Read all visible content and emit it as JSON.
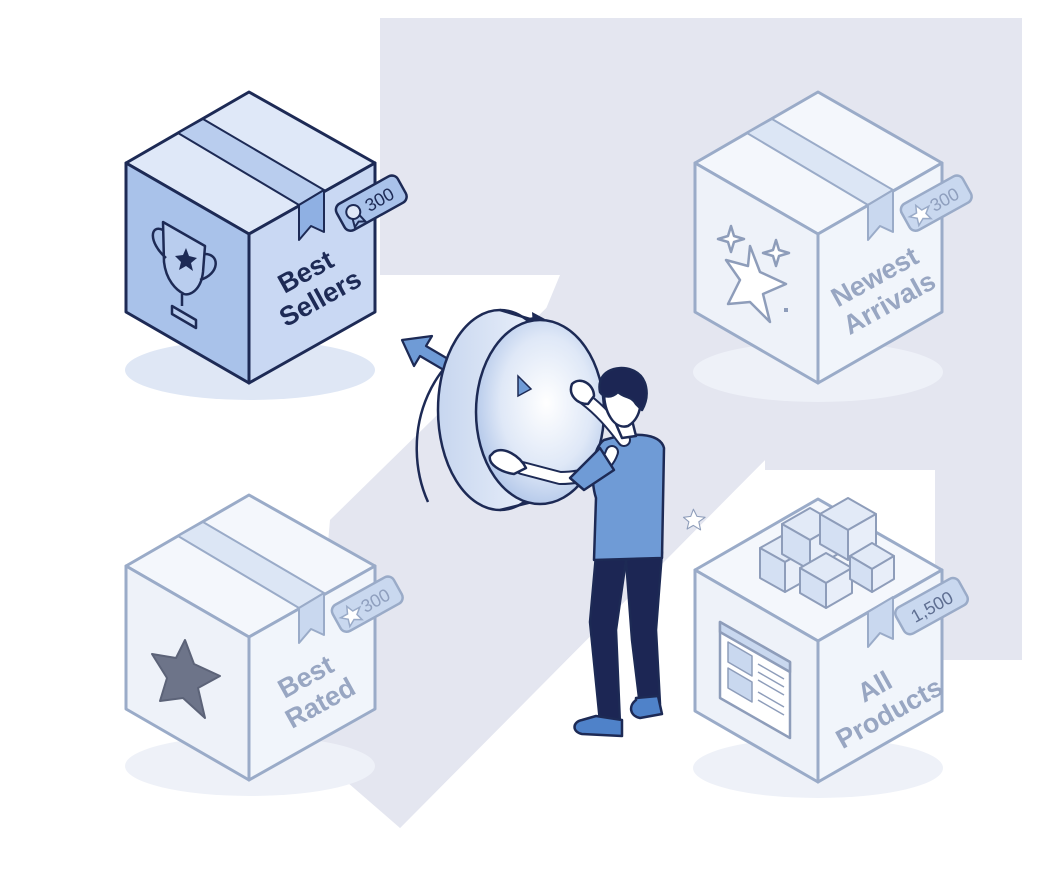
{
  "categories": [
    {
      "id": "best-sellers",
      "line1": "Best",
      "line2": "Sellers",
      "count": "300",
      "icon": "trophy-icon",
      "badge_icon": "award-ribbon-icon",
      "state": "selected"
    },
    {
      "id": "newest-arrivals",
      "line1": "Newest",
      "line2": "Arrivals",
      "count": "300",
      "icon": "sparkle-star-icon",
      "badge_icon": "star-icon",
      "state": "faded"
    },
    {
      "id": "best-rated",
      "line1": "Best",
      "line2": "Rated",
      "count": "300",
      "icon": "star-icon",
      "badge_icon": "star-icon",
      "state": "faded"
    },
    {
      "id": "all-products",
      "line1": "All",
      "line2": "Products",
      "count": "1,500",
      "icon": "product-list-icon",
      "badge_icon": "",
      "state": "faded"
    }
  ],
  "colors": {
    "backdrop": "#e4e6f0",
    "selected_box_front": "#a9c2ea",
    "selected_box_side": "#c9d8f3",
    "selected_box_top": "#dfe8f8",
    "faded_box": "#eef2f9",
    "outline_dark": "#1d2a55",
    "outline_faded": "#9aabc8",
    "person_shirt": "#6f9bd6",
    "person_pants": "#1c2654",
    "shoes": "#4f82c9"
  }
}
